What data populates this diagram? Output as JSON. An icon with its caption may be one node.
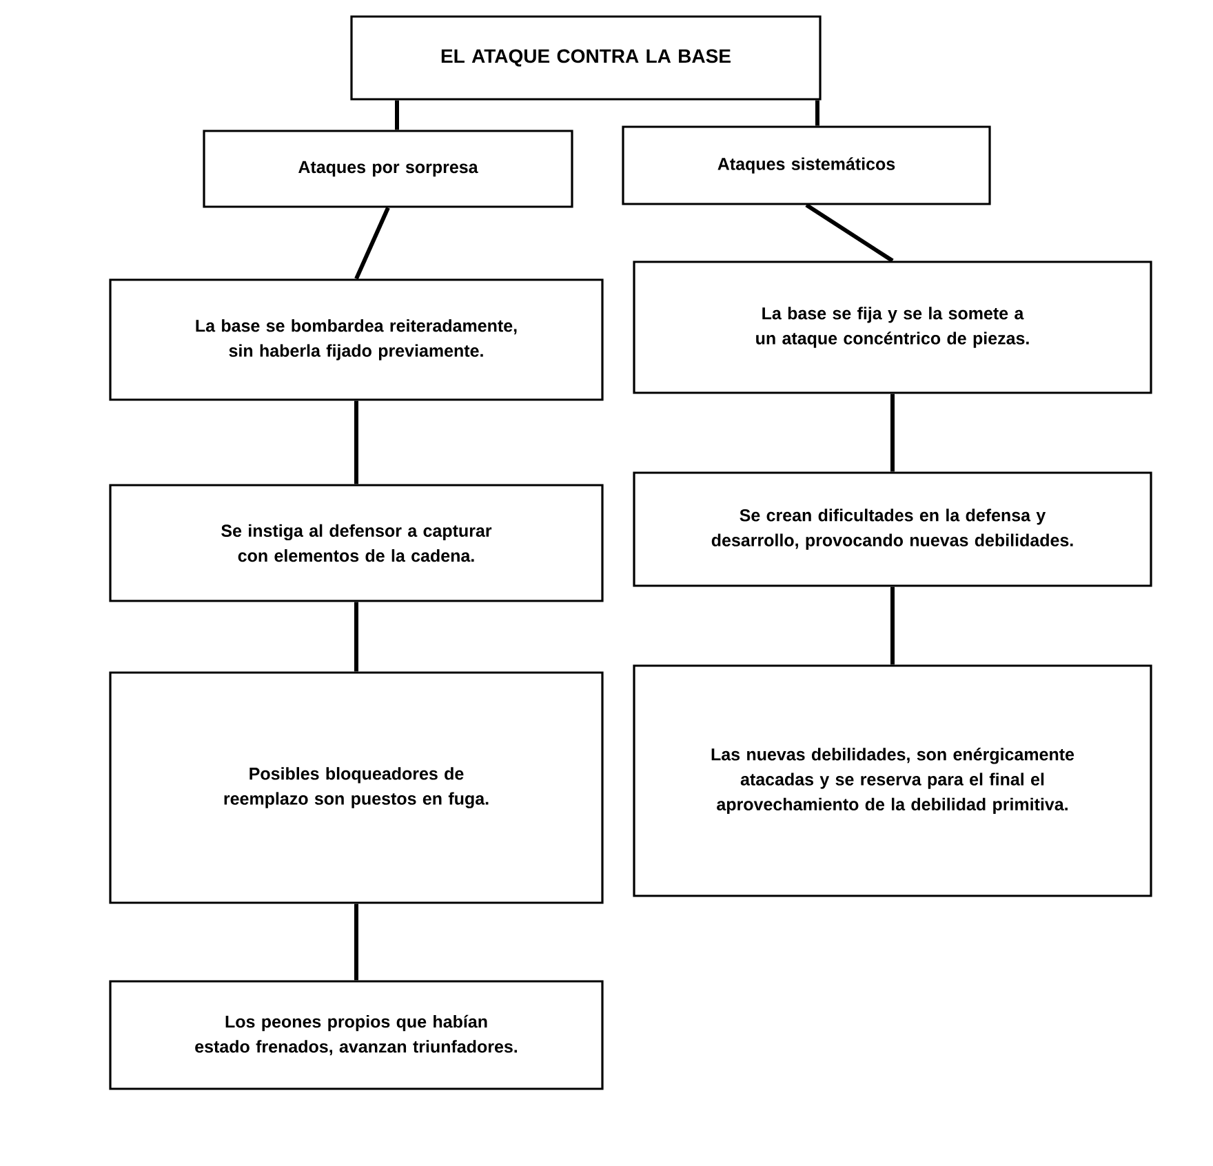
{
  "diagram": {
    "nodes": [
      {
        "text": [
          "EL ATAQUE CONTRA LA BASE"
        ]
      },
      {
        "text": [
          "Ataques por sorpresa"
        ]
      },
      {
        "text": [
          "Ataques sistemáticos"
        ]
      },
      {
        "text": [
          "La base se bombardea reiteradamente, sin haberla fijado previamente."
        ]
      },
      {
        "text": [
          "Se instiga al defensor a capturar con elementos de la cadena."
        ]
      },
      {
        "text": [
          "Posibles bloqueadores de reemplazo son puestos en fuga."
        ]
      },
      {
        "text": [
          "Los peones propios que habían estado frenados, avanzan triunfadores."
        ]
      },
      {
        "text": [
          "La base se fija y se la somete a un ataque concéntrico de piezas."
        ]
      },
      {
        "text": [
          "Se crean dificultades en la defensa y desarrollo, provocando nuevas debilidades."
        ]
      },
      {
        "text": [
          "Las nuevas debilidades, son enérgicamente atacadas y se reserva para el final el aprovechamiento de la debilidad primitiva."
        ]
      }
    ],
    "edges": [
      {
        "from": 0,
        "to": 1,
        "arrow": "none"
      },
      {
        "from": 0,
        "to": 2,
        "arrow": "none"
      },
      {
        "from": 1,
        "to": 3,
        "arrow": "none"
      },
      {
        "from": 3,
        "to": 4,
        "arrow": "none"
      },
      {
        "from": 4,
        "to": 5,
        "arrow": "none"
      },
      {
        "from": 5,
        "to": 6,
        "arrow": "none"
      },
      {
        "from": 2,
        "to": 7,
        "arrow": "none"
      },
      {
        "from": 7,
        "to": 8,
        "arrow": "none"
      },
      {
        "from": 8,
        "to": 9,
        "arrow": "none"
      }
    ]
  }
}
